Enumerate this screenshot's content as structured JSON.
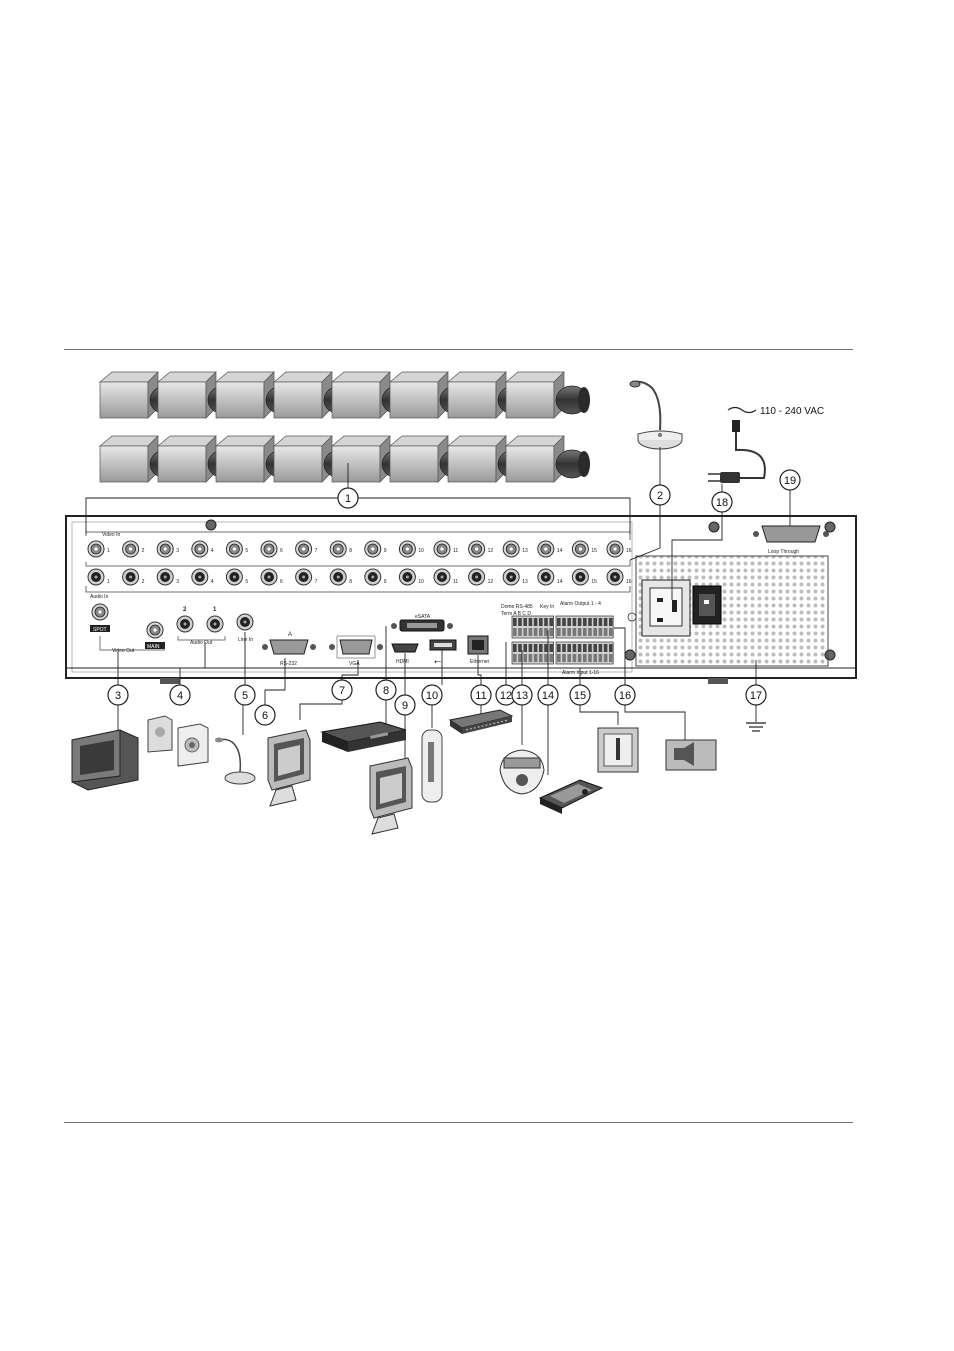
{
  "figure": {
    "power_label": "110 - 240 VAC",
    "panel_labels": {
      "video_in": "Video In",
      "audio_in": "Audio In",
      "video_out": "Video Out",
      "audio_out": "Audio Out",
      "spot": "SPOT",
      "main": "MAIN",
      "line_in": "Line In",
      "rs232_a": "A",
      "rs232": "RS-232",
      "vga": "VGA",
      "esata": "eSATA",
      "hdmi": "HDMI",
      "ethernet": "Ethernet",
      "dome_rs485": "Dome RS-485",
      "term": "Term A B C D",
      "key_in": "Key In",
      "alarm_output": "Alarm Output 1 - 4",
      "alarm_input": "Alarm Input 1-16",
      "loop_through": "Loop Through",
      "audio_out_2": "2",
      "audio_out_1": "1"
    },
    "channel_numbers": [
      "1",
      "2",
      "3",
      "4",
      "5",
      "6",
      "7",
      "8",
      "9",
      "10",
      "11",
      "12",
      "13",
      "14",
      "15",
      "16"
    ],
    "callouts": [
      "1",
      "2",
      "3",
      "4",
      "5",
      "6",
      "7",
      "8",
      "9",
      "10",
      "11",
      "12",
      "13",
      "14",
      "15",
      "16",
      "17",
      "18",
      "19"
    ],
    "icons": [
      "camera-icon",
      "microphone-icon",
      "power-plug-icon",
      "monitor-icon",
      "speaker-icon",
      "dvd-recorder-icon",
      "usb-drive-icon",
      "network-switch-icon",
      "dome-camera-icon",
      "keyboard-icon",
      "alarm-sensor-icon",
      "alarm-siren-icon",
      "ground-icon",
      "power-switch-icon",
      "power-inlet-icon"
    ]
  }
}
